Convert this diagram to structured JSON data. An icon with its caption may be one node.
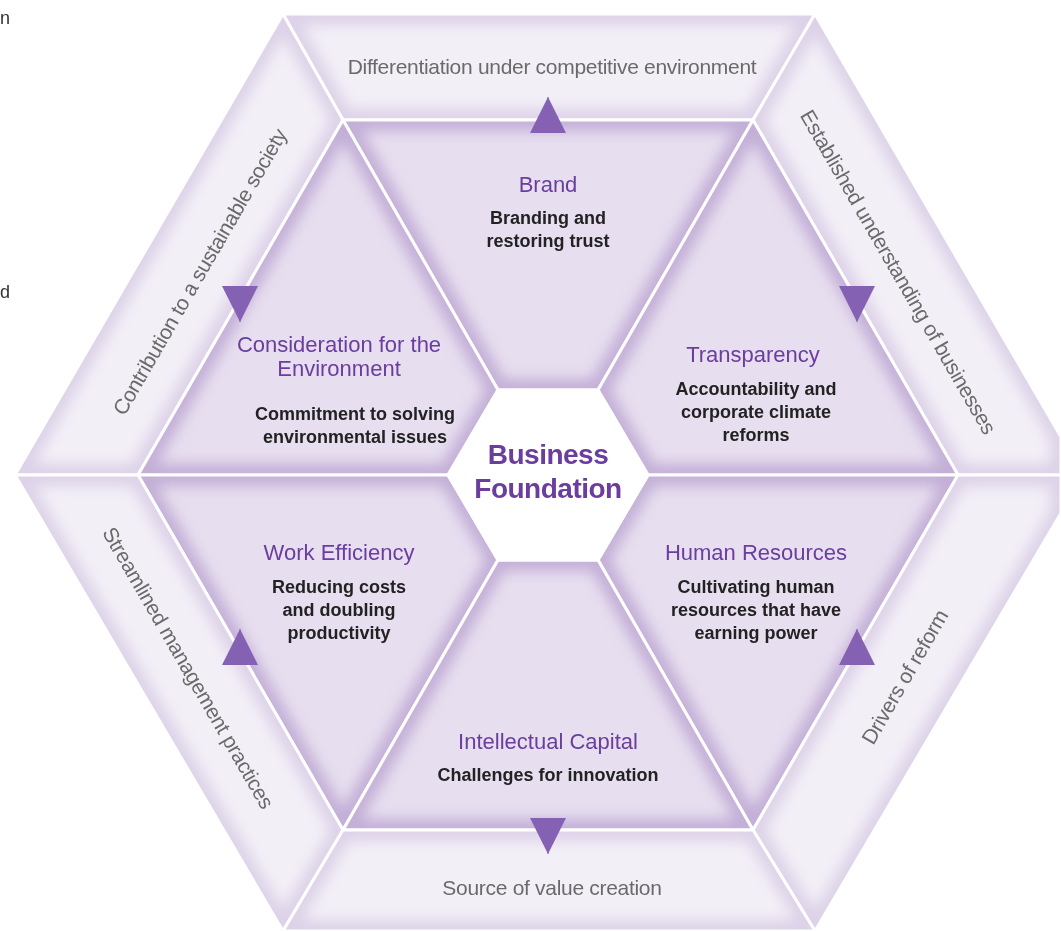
{
  "diagram": {
    "nodes": [
      {
        "text": [
          "Differentiation under competitive environment"
        ]
      },
      {
        "text": [
          "Contribution to a sustainable society"
        ]
      },
      {
        "text": [
          "Established understanding of businesses"
        ]
      },
      {
        "text": [
          "Brand",
          "Branding and restoring trust"
        ]
      },
      {
        "text": [
          "Consideration for the Environment",
          "Commitment to solving environmental issues"
        ]
      },
      {
        "text": [
          "Transparency",
          "Accountability and corporate climate reforms"
        ]
      },
      {
        "text": [
          "Business Foundation"
        ]
      },
      {
        "text": [
          "Work Efficiency",
          "Reducing costs and doubling productivity"
        ]
      },
      {
        "text": [
          "Human Resources",
          "Cultivating human resources that have earning power"
        ]
      },
      {
        "text": [
          "Streamlined management practices"
        ]
      },
      {
        "text": [
          "Drivers of reform"
        ]
      },
      {
        "text": [
          "Intellectual Capital",
          "Challenges for innovation"
        ]
      },
      {
        "text": [
          "Source of value creation"
        ]
      }
    ],
    "edges": [
      {
        "from": 3,
        "to": 0,
        "arrow": "to"
      },
      {
        "from": 1,
        "to": 4,
        "arrow": "to"
      },
      {
        "from": 2,
        "to": 5,
        "arrow": "to"
      },
      {
        "from": 9,
        "to": 7,
        "arrow": "to"
      },
      {
        "from": 10,
        "to": 8,
        "arrow": "to"
      },
      {
        "from": 11,
        "to": 12,
        "arrow": "to"
      }
    ],
    "labels": [
      "n",
      "d"
    ]
  }
}
